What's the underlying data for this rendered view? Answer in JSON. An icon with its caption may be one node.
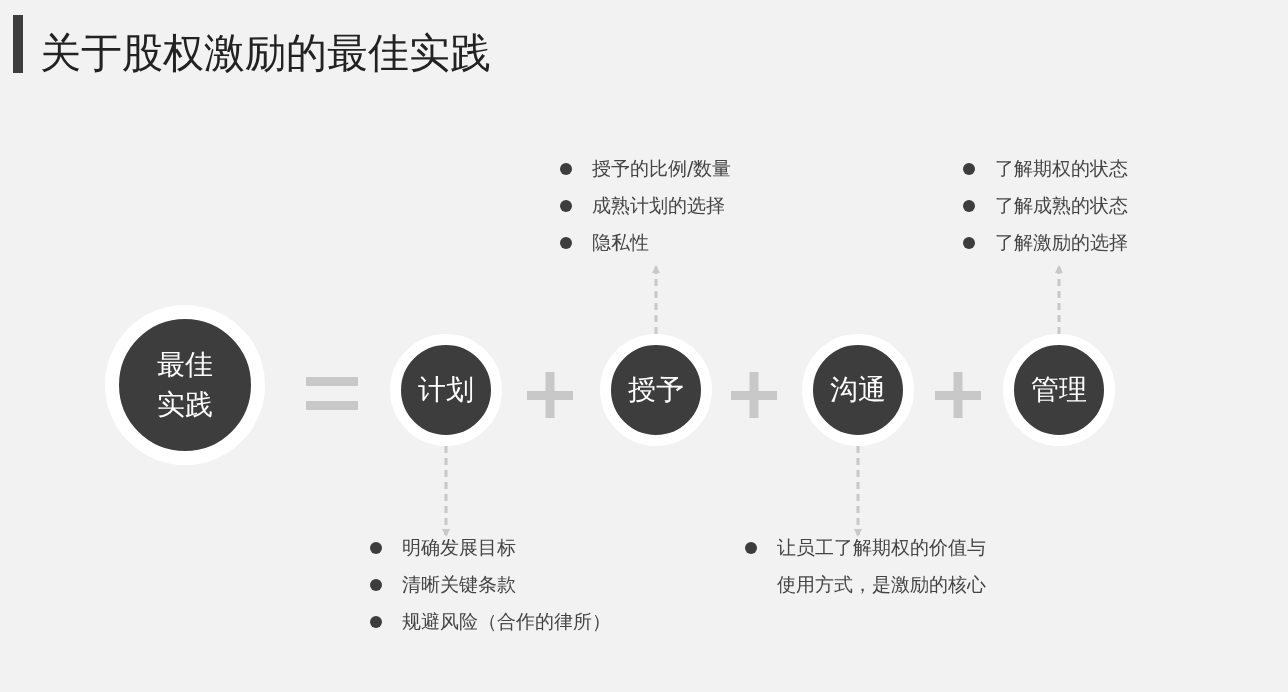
{
  "diagram": {
    "title": "关于股权激励的最佳实践",
    "nodes": [
      {
        "text": [
          "授予的比例/数量",
          "成熟计划的选择",
          "隐私性"
        ]
      },
      {
        "text": [
          "了解期权的状态",
          "了解成熟的状态",
          "了解激励的选择"
        ]
      },
      {
        "text": [
          "最佳实践"
        ]
      },
      {
        "text": [
          "计划"
        ]
      },
      {
        "text": [
          "授予"
        ]
      },
      {
        "text": [
          "沟通"
        ]
      },
      {
        "text": [
          "管理"
        ]
      },
      {
        "text": [
          "明确发展目标",
          "清晰关键条款",
          "规避风险（合作的律所）"
        ]
      },
      {
        "text": [
          "让员工了解期权的价值与使用方式，是激励的核心"
        ]
      }
    ],
    "edges": [
      {
        "from": 4,
        "to": 0,
        "arrow": "to",
        "style": "dashed"
      },
      {
        "from": 6,
        "to": 1,
        "arrow": "to",
        "style": "dashed"
      },
      {
        "from": 3,
        "to": 7,
        "arrow": "to",
        "style": "dashed"
      },
      {
        "from": 5,
        "to": 8,
        "arrow": "to",
        "style": "dashed"
      }
    ]
  }
}
